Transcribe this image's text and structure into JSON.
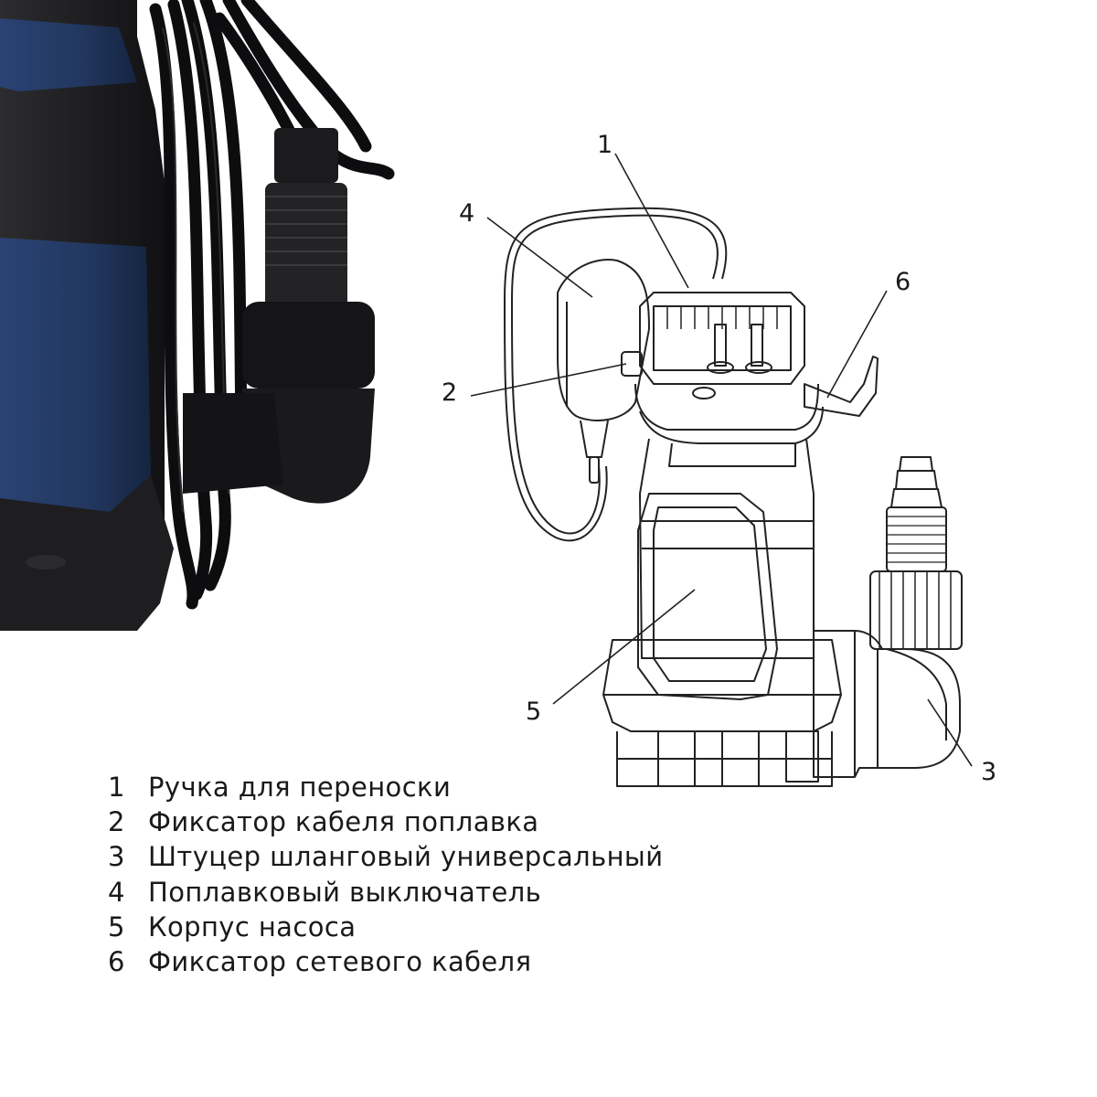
{
  "callouts": [
    "1",
    "2",
    "3",
    "4",
    "5",
    "6"
  ],
  "legend": [
    {
      "number": "1",
      "text": "Ручка для переноски"
    },
    {
      "number": "2",
      "text": "Фиксатор кабеля поплавка"
    },
    {
      "number": "3",
      "text": "Штуцер шланговый универсальный"
    },
    {
      "number": "4",
      "text": "Поплавковый выключатель"
    },
    {
      "number": "5",
      "text": "Корпус насоса"
    },
    {
      "number": "6",
      "text": "Фиксатор сетевого кабеля"
    }
  ],
  "colors": {
    "pump_body_blue": "#22375f",
    "pump_plastic_black": "#1b1b1d",
    "line_art": "#222222",
    "text": "#1a1a1a"
  }
}
